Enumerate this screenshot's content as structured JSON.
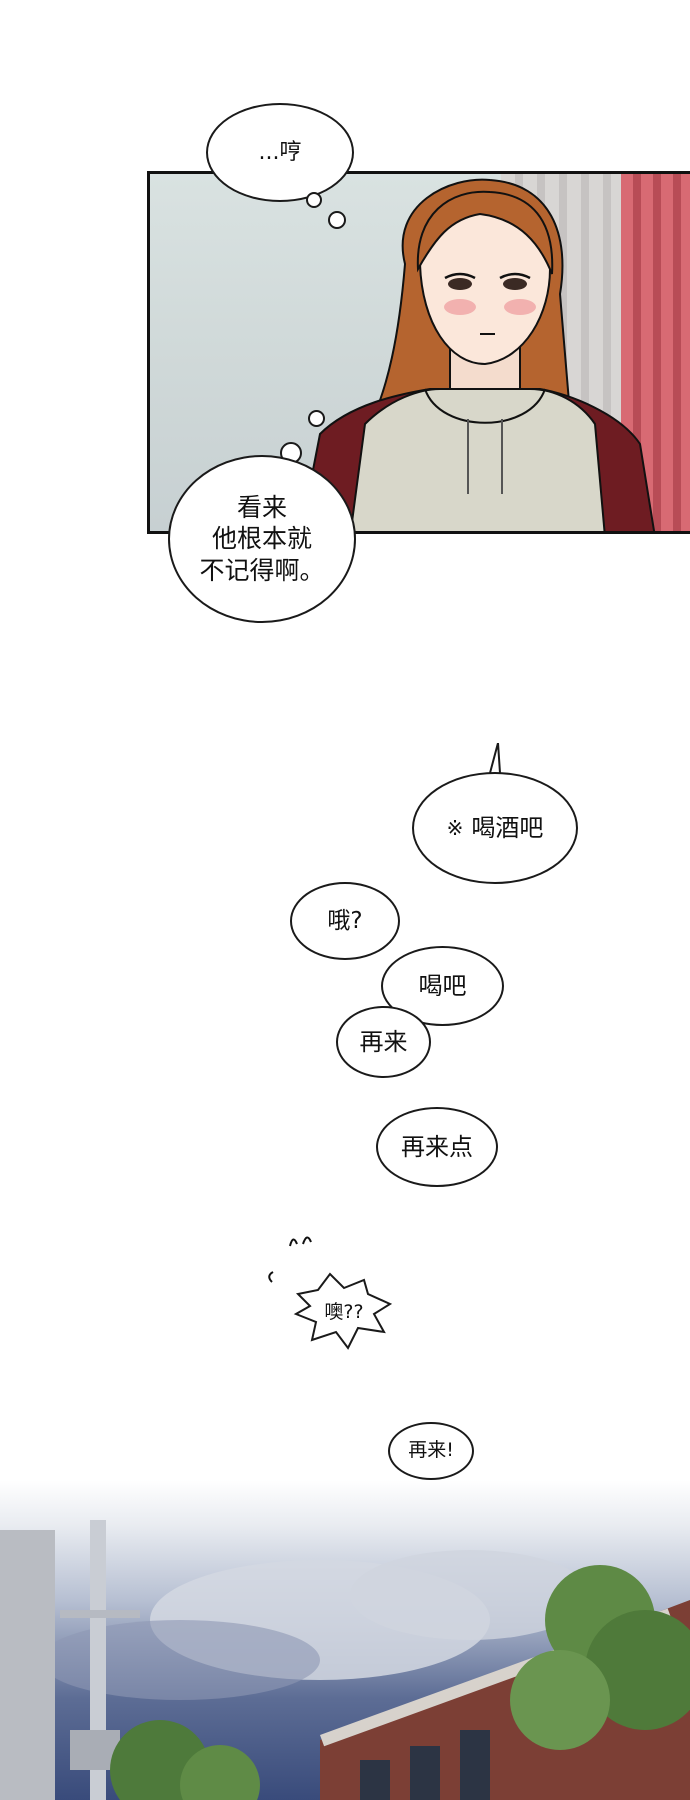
{
  "bubbles": {
    "hmph": "...哼",
    "thought": [
      "看来",
      "他根本就",
      "不记得啊。"
    ],
    "drink": "喝酒吧",
    "oh": "哦?",
    "drink_up": "喝吧",
    "again": "再来",
    "again_more": "再来点",
    "huh": "噢??",
    "again_excl": "再来!"
  },
  "colors": {
    "hair": "#b5642f",
    "hoodie": "#d8d7ca",
    "vest": "#6e1c22",
    "curtain_red": "#d86a73"
  }
}
